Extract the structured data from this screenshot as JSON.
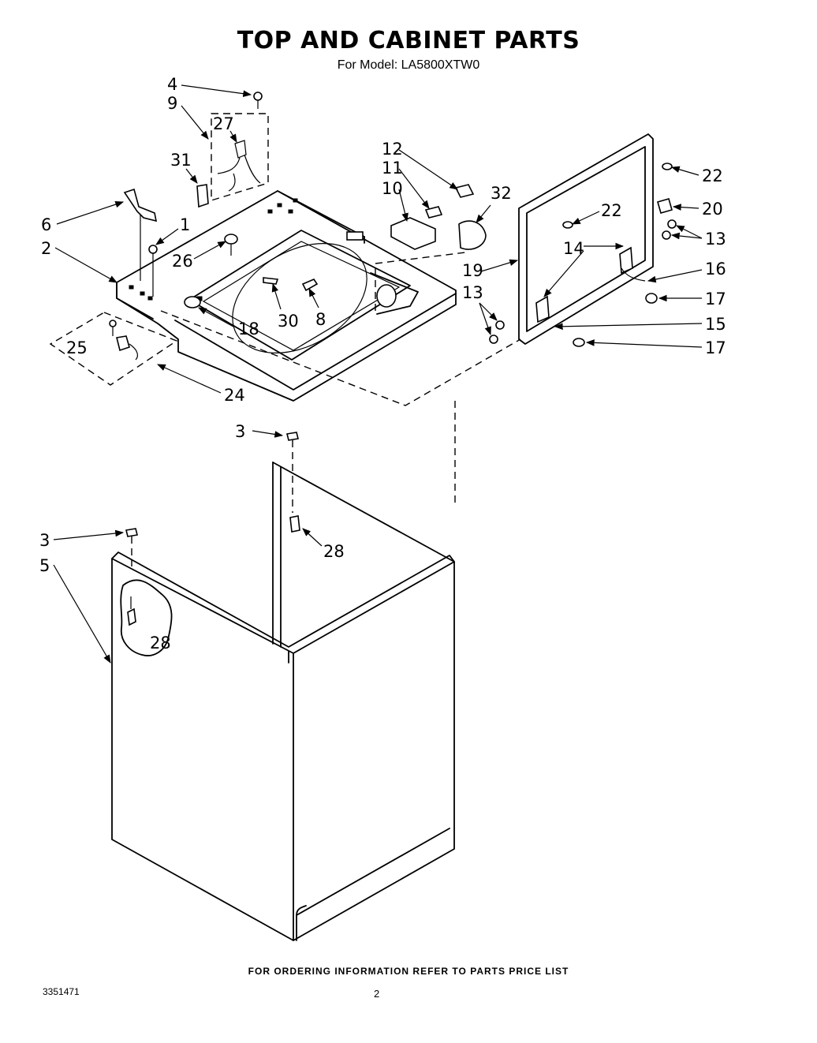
{
  "header": {
    "title": "TOP AND CABINET PARTS",
    "subtitle": "For Model: LA5800XTW0"
  },
  "diagram": {
    "callouts": {
      "c4": "4",
      "c9": "9",
      "c27": "27",
      "c31": "31",
      "c6": "6",
      "c1": "1",
      "c2": "2",
      "c26": "26",
      "c25": "25",
      "c24": "24",
      "c18": "18",
      "c30": "30",
      "c8": "8",
      "c12": "12",
      "c11": "11",
      "c10": "10",
      "c32": "32",
      "c19": "19",
      "c22a": "22",
      "c22b": "22",
      "c20": "20",
      "c13a": "13",
      "c14": "14",
      "c16": "16",
      "c17a": "17",
      "c13b": "13",
      "c15": "15",
      "c17b": "17",
      "c3a": "3",
      "c3b": "3",
      "c5": "5",
      "c28a": "28",
      "c28b": "28"
    }
  },
  "footer": {
    "ordering_note": "FOR ORDERING INFORMATION REFER TO PARTS PRICE LIST",
    "document_number": "3351471",
    "page_number": "2"
  }
}
